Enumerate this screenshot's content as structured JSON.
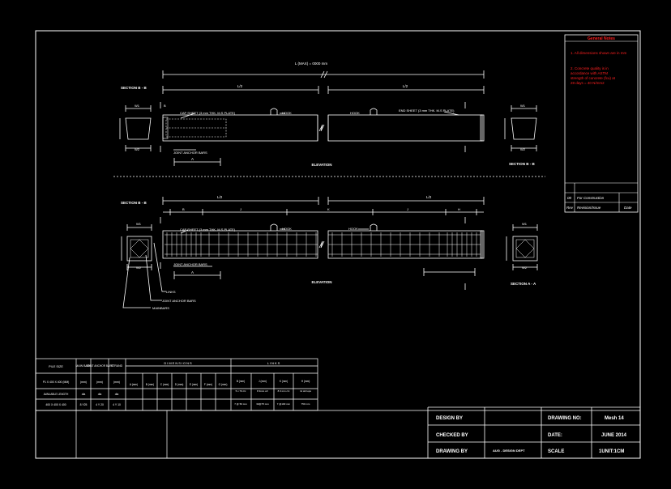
{
  "notes": {
    "title": "General Notes",
    "note1": "1. All dimensions shown are in mm",
    "note2_line1": "2. Concrete quality is in",
    "note2_line2": "accordance with ASTM",
    "note2_line3": "strength of concrete (fcu) at",
    "note2_line4": "28 days = 40 N/mm2"
  },
  "revisions": {
    "rows": [
      {
        "code": "00",
        "desc": "For Construction"
      },
      {
        "code": "Rev",
        "desc": "Revision/Issue",
        "date": "Date"
      }
    ]
  },
  "elevation_top": {
    "overall_dim": "L (MAX) = 0000 mm",
    "left_half": "L/2",
    "right_half": "L/2",
    "section_label_left": "SECTION B - B",
    "section_label_right": "SECTION B - B",
    "cap_sheet": "CAP SHEET (3 mm THK. M.S PLATE)",
    "hook_left": "HOOK",
    "hook_right": "HOOK",
    "end_sheet": "END SHEET (3 mm THK. M.S PLATE)",
    "joint_anchor": "JOINT ANCHOR BARS",
    "dim_a": "A",
    "elevation": "ELEVATION",
    "w1": "W1",
    "w2": "W2",
    "mark_b": "B"
  },
  "elevation_bottom": {
    "left_half": "L/2",
    "right_half": "L/2",
    "section_label_left": "SECTION B - B",
    "section_label_right": "SECTION A - A",
    "cap_sheet": "CAP SHEET (3 mm THK. M.S PLATE)",
    "hook_left": "HOOK",
    "hook_right": "HOOK",
    "joint_anchor": "JOINT ANCHOR BARS",
    "dim_a": "A",
    "elevation": "ELEVATION",
    "links": "LINKS",
    "joint_anchor_bars": "JOINT ANCHOR BARS",
    "mainbars": "MAINBARS",
    "w1": "W1",
    "w2": "W2",
    "zones": [
      "B",
      "J",
      "K",
      "J",
      "H"
    ]
  },
  "schedule": {
    "headers": [
      "PILE SIZE",
      "MAIN BARS",
      "JOINT ANCHOR BARS",
      "STRAND",
      "DIMENSIONS",
      "LINKS"
    ],
    "sub_headers": [
      "A (mm)",
      "B (mm)",
      "C (mm)",
      "D (mm)",
      "E (mm)",
      "F (mm)",
      "G (mm)"
    ],
    "row1": [
      "P1 X 400 X 400 (MM)",
      "(mm)",
      "(mm)",
      "(mm)"
    ],
    "row2": [
      "AVAILABLE LENGTH",
      "dia",
      "dia",
      "dia"
    ],
    "row3": [
      "400 X 400 X 400",
      "8 Y25",
      "4 Y 20",
      "4 Y 10"
    ],
    "links_headers": [
      "B (mm)",
      "J (mm)",
      "K (mm)",
      "H (mm)"
    ],
    "links_row1": [
      "5 x 70 c/c",
      "8 3mm c/c",
      "8 3 mm c/c",
      "11 stirrups"
    ],
    "links_row2": [
      "7 @ 50 mm",
      "33@75 mm",
      "7 @100 mm",
      "750 mm"
    ]
  },
  "title_block": {
    "design_by_label": "DESIGN BY",
    "checked_by_label": "CHECKED BY",
    "drawing_by_label": "DRAWING BY",
    "drawing_by_value": "AUG - DESIGN DEPT",
    "drawing_no_label": "DRAWING NO:",
    "drawing_no_value": "Mesh 14",
    "date_label": "DATE:",
    "date_value": "JUNE 2014",
    "scale_label": "SCALE",
    "scale_value": "1UNIT:1CM"
  }
}
